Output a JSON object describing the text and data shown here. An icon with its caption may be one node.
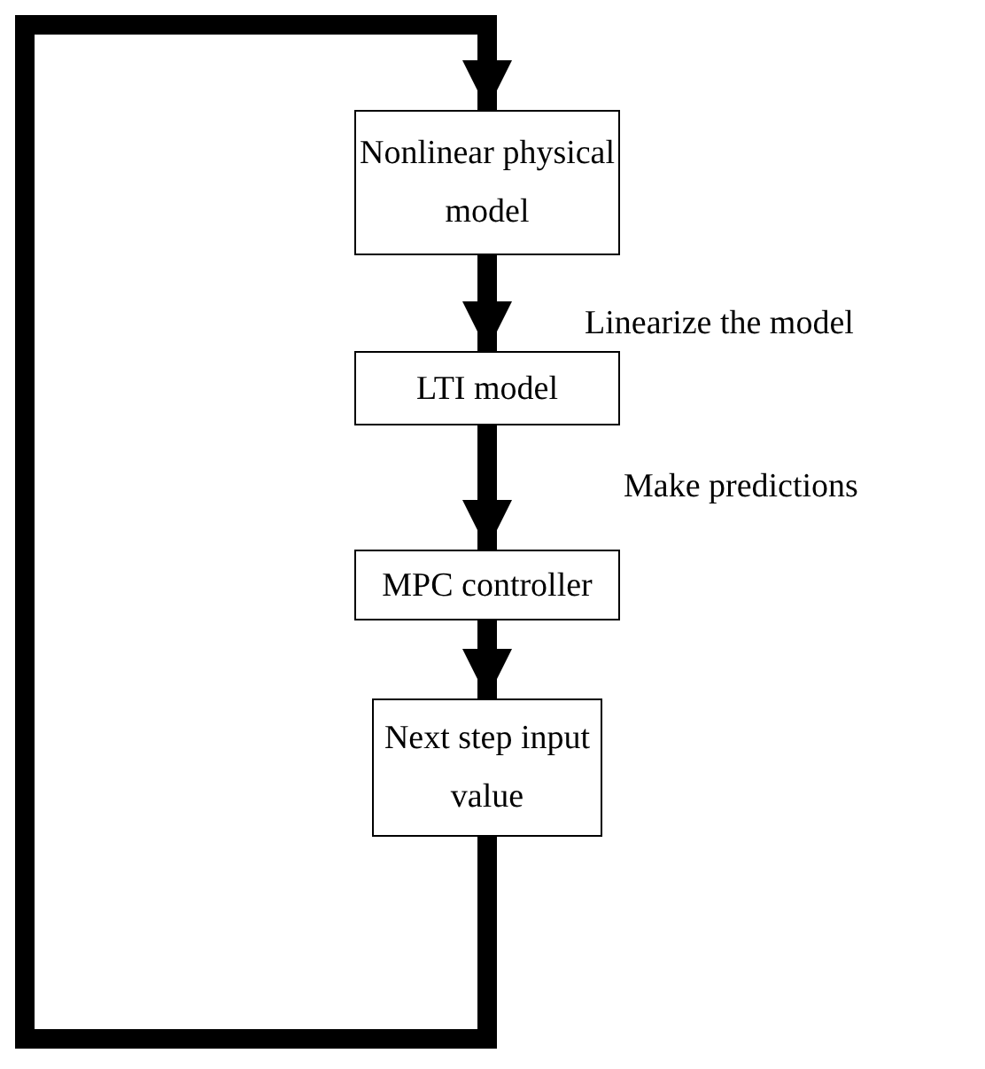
{
  "diagram": {
    "nodes": [
      {
        "text": [
          "Nonlinear physical model"
        ]
      },
      {
        "text": [
          "LTI model"
        ]
      },
      {
        "text": [
          "MPC controller"
        ]
      },
      {
        "text": [
          "Next step input value"
        ]
      }
    ],
    "edges": [
      {
        "from": 0,
        "to": 1,
        "arrow": "to",
        "label": "Linearize the model"
      },
      {
        "from": 1,
        "to": 2,
        "arrow": "to",
        "label": "Make predictions"
      },
      {
        "from": 2,
        "to": 3,
        "arrow": "to"
      },
      {
        "from": 3,
        "to": 0,
        "arrow": "to"
      }
    ]
  }
}
